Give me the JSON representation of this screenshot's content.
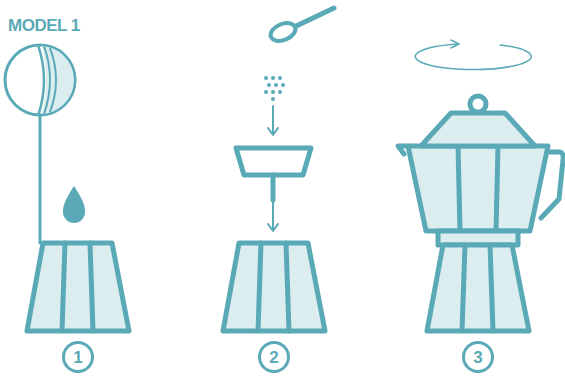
{
  "diagram": {
    "title": "MODEL 1",
    "nodes": [
      {
        "text": [
          "1"
        ]
      },
      {
        "text": [
          "2"
        ]
      },
      {
        "text": [
          "3"
        ]
      }
    ]
  }
}
